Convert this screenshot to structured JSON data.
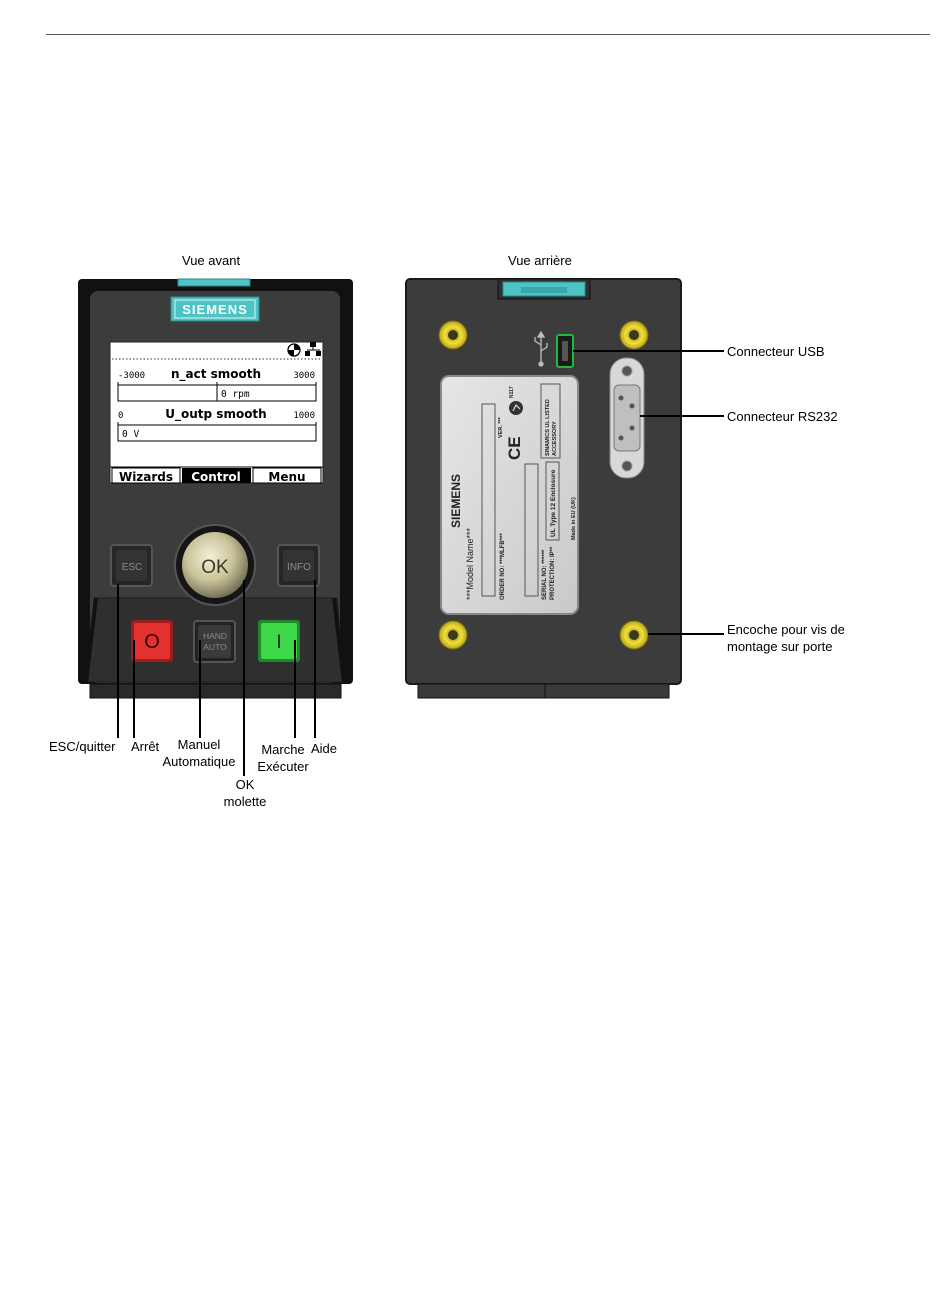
{
  "captions": {
    "front": "Vue avant",
    "rear": "Vue arrière"
  },
  "front": {
    "brand": "SIEMENS",
    "screen": {
      "gauge1": {
        "min": "-3000",
        "title": "n_act smooth",
        "max": "3000",
        "value": "0 rpm"
      },
      "gauge2": {
        "min": "0",
        "title": "U_outp smooth",
        "max": "1000",
        "value": "0 V"
      },
      "softkeys": [
        "Wizards",
        "Control",
        "Menu"
      ],
      "selected_softkey": "Control"
    },
    "buttons": {
      "esc": "ESC",
      "ok": "OK",
      "info": "INFO",
      "hand_line1": "HAND",
      "hand_line2": "AUTO",
      "stop": "O",
      "run": "I"
    },
    "callouts": {
      "esc": "ESC/quitter",
      "stop": "Arrêt",
      "hand_auto_line1": "Manuel",
      "hand_auto_line2": "Automatique",
      "ok_line1": "OK",
      "ok_line2": "molette",
      "run_line1": "Marche",
      "run_line2": "Exécuter",
      "help": "Aide"
    }
  },
  "rear": {
    "plate": {
      "brand": "SIEMENS",
      "model": "***Model Name***",
      "order": "ORDER NO:  ***MLFB***",
      "serial": "SERIAL NO: ******",
      "protection": "PROTECTION: IP**",
      "version": "VER. ***",
      "ul_listed_line1": "SINAMICS UL LISTED",
      "ul_listed_line2": "ACCESSORY",
      "ul_type": "UL Type 12 Enclosure",
      "made_in": "Made in EU (UK)",
      "ce": "CE",
      "n117": "N117"
    },
    "callouts": {
      "usb": "Connecteur USB",
      "rs232": "Connecteur RS232",
      "screw_line1": "Encoche pour vis de",
      "screw_line2": "montage sur porte"
    }
  },
  "colors": {
    "housing": "#3c3c3c",
    "frame": "#111111",
    "accent_teal": "#4ec3c6",
    "stop_red": "#e53030",
    "run_green": "#3fd84a",
    "screw_yellow": "#e8d52a"
  }
}
